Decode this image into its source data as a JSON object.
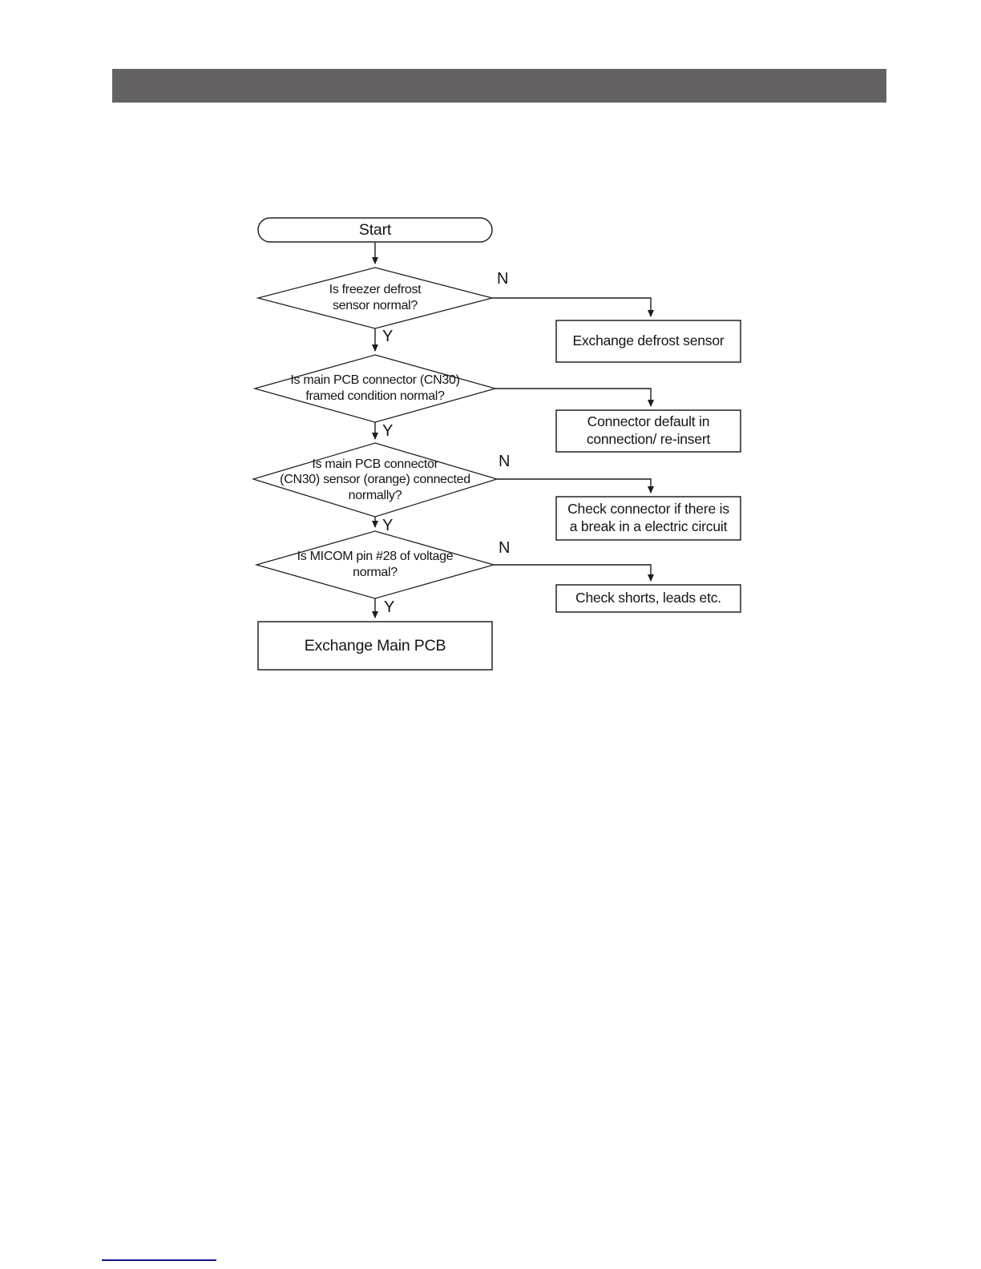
{
  "page": {
    "background_color": "#ffffff"
  },
  "header": {
    "bar_color": "#636161"
  },
  "flowchart": {
    "start": {
      "label": "Start"
    },
    "decisions": [
      {
        "question": "Is freezer defrost\nsensor normal?",
        "yes_label": "Y",
        "no_label": "N"
      },
      {
        "question": "Is main PCB connector (CN30)\nframed condition normal?",
        "yes_label": "Y",
        "no_label": ""
      },
      {
        "question": "Is main PCB connector\n(CN30) sensor (orange) connected\nnormally?",
        "yes_label": "Y",
        "no_label": "N"
      },
      {
        "question": "Is MICOM pin #28 of voltage\nnormal?",
        "yes_label": "Y",
        "no_label": "N"
      }
    ],
    "actions": [
      {
        "label": "Exchange defrost sensor"
      },
      {
        "label": "Connector default in\nconnection/ re-insert"
      },
      {
        "label": "Check connector if there is\na break in a electric circuit"
      },
      {
        "label": "Check shorts, leads etc."
      }
    ],
    "terminal": {
      "label": "Exchange Main PCB"
    },
    "line_color": "#1c1c1c"
  },
  "footer": {
    "rule_color": "#15158d"
  }
}
